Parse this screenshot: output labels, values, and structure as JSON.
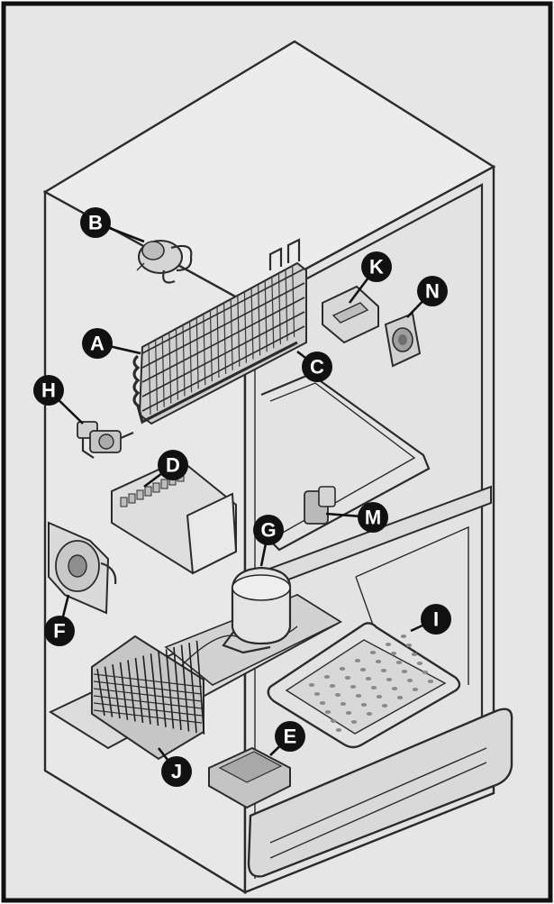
{
  "diagram": {
    "background_color": "#e6e6e6",
    "outline_color": "#2b2b2b",
    "callout_color": "#111111",
    "callouts": [
      {
        "id": "A",
        "label": "A"
      },
      {
        "id": "B",
        "label": "B"
      },
      {
        "id": "C",
        "label": "C"
      },
      {
        "id": "D",
        "label": "D"
      },
      {
        "id": "E",
        "label": "E"
      },
      {
        "id": "F",
        "label": "F"
      },
      {
        "id": "G",
        "label": "G"
      },
      {
        "id": "H",
        "label": "H"
      },
      {
        "id": "I",
        "label": "I"
      },
      {
        "id": "J",
        "label": "J"
      },
      {
        "id": "K",
        "label": "K"
      },
      {
        "id": "M",
        "label": "M"
      },
      {
        "id": "N",
        "label": "N"
      }
    ]
  }
}
